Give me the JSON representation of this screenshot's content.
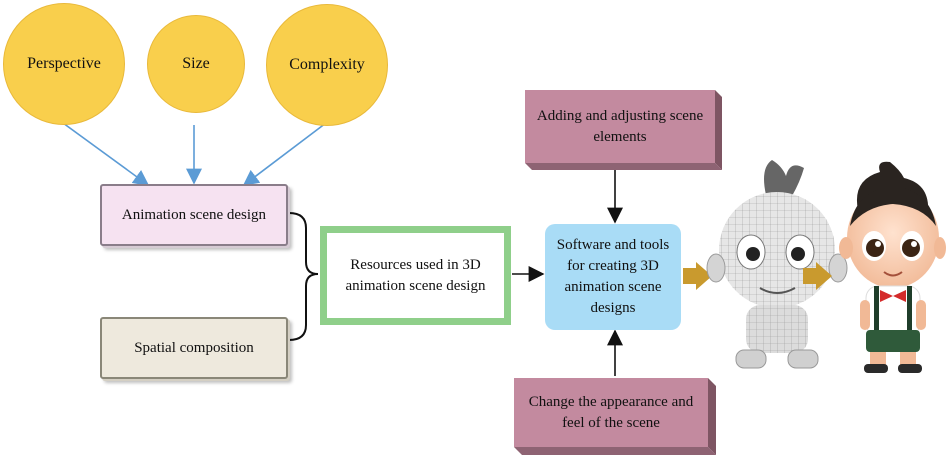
{
  "factors": {
    "perspective": "Perspective",
    "size": "Size",
    "complexity": "Complexity"
  },
  "left_boxes": {
    "animation_scene_design": "Animation scene design",
    "spatial_composition": "Spatial composition"
  },
  "resources_box": "Resources used in 3D animation scene design",
  "software_box": "Software and tools for creating 3D animation scene designs",
  "top_box": "Adding and adjusting scene elements",
  "bottom_box": "Change the appearance and feel of the scene",
  "colors": {
    "circle_fill": "#f9cf4c",
    "arrow_blue": "#5b9bd5",
    "green_border": "#8fcf8a",
    "software_fill": "#a9dcf6",
    "mauve_fill": "#c38a9f",
    "gold_arrow": "#c99a2e"
  }
}
